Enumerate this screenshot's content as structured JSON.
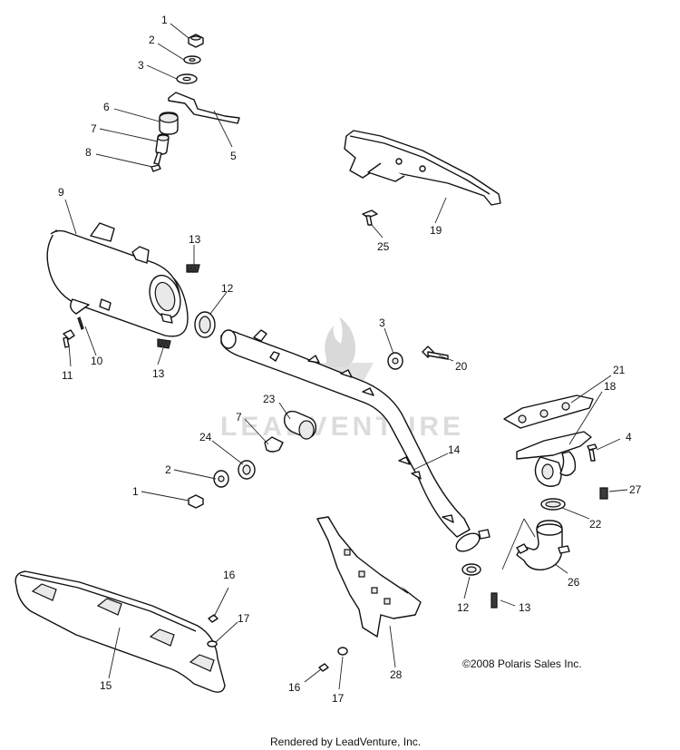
{
  "watermark": "LEADVENTURE",
  "copyright": "©2008 Polaris Sales Inc.",
  "footer": "Rendered by LeadVenture, Inc.",
  "callouts": {
    "c1a": "1",
    "c2a": "2",
    "c3a": "3",
    "c6": "6",
    "c7a": "7",
    "c8": "8",
    "c5": "5",
    "c9": "9",
    "c13a": "13",
    "c12a": "12",
    "c10": "10",
    "c11": "11",
    "c13b": "13",
    "c19": "19",
    "c25": "25",
    "c3b": "3",
    "c20": "20",
    "c21": "21",
    "c18": "18",
    "c4": "4",
    "c23": "23",
    "c7b": "7",
    "c24": "24",
    "c2b": "2",
    "c1b": "1",
    "c14": "14",
    "c27": "27",
    "c22": "22",
    "c26": "26",
    "c12b": "12",
    "c13c": "13",
    "c16a": "16",
    "c17a": "17",
    "c15": "15",
    "c16b": "16",
    "c17b": "17",
    "c28": "28"
  }
}
